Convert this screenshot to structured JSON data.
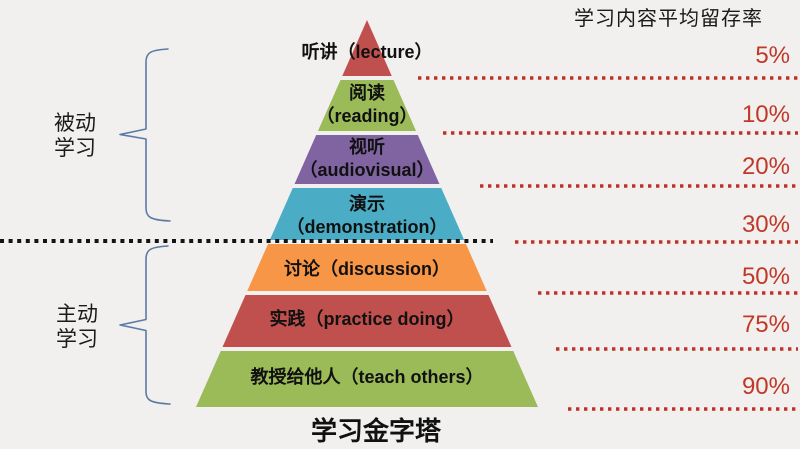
{
  "colors": {
    "background": "#F1F0EE",
    "leader_line": "#BE3229",
    "divider_line": "#141414",
    "brace": "#5B7BA5",
    "percent_text": "#C13828",
    "label_text": "#111111"
  },
  "pyramid": {
    "title": "学习金字塔",
    "levels": [
      {
        "id": "lecture",
        "label": "听讲（lecture）",
        "color": "#C0504D"
      },
      {
        "id": "reading",
        "label": "阅读\n（reading）",
        "color": "#9BBB59"
      },
      {
        "id": "audiovisual",
        "label": "视听\n（audiovisual）",
        "color": "#8064A2"
      },
      {
        "id": "demonstration",
        "label": "演示\n（demonstration）",
        "color": "#4BACC6"
      },
      {
        "id": "discussion",
        "label": "讨论（discussion）",
        "color": "#F79646"
      },
      {
        "id": "practice",
        "label": "实践（practice doing）",
        "color": "#C0504D"
      },
      {
        "id": "teach-others",
        "label": "教授给他人（teach others）",
        "color": "#9BBB59"
      }
    ]
  },
  "retention": {
    "header": "学习内容平均留存率",
    "items": [
      {
        "level": "lecture",
        "value": "5%"
      },
      {
        "level": "reading",
        "value": "10%"
      },
      {
        "level": "audiovisual",
        "value": "20%"
      },
      {
        "level": "demonstration",
        "value": "30%"
      },
      {
        "level": "discussion",
        "value": "50%"
      },
      {
        "level": "practice",
        "value": "75%"
      },
      {
        "level": "teach-others",
        "value": "90%"
      }
    ]
  },
  "groups": {
    "passive": {
      "label": "被动\n学习"
    },
    "active": {
      "label": "主动\n学习"
    }
  }
}
